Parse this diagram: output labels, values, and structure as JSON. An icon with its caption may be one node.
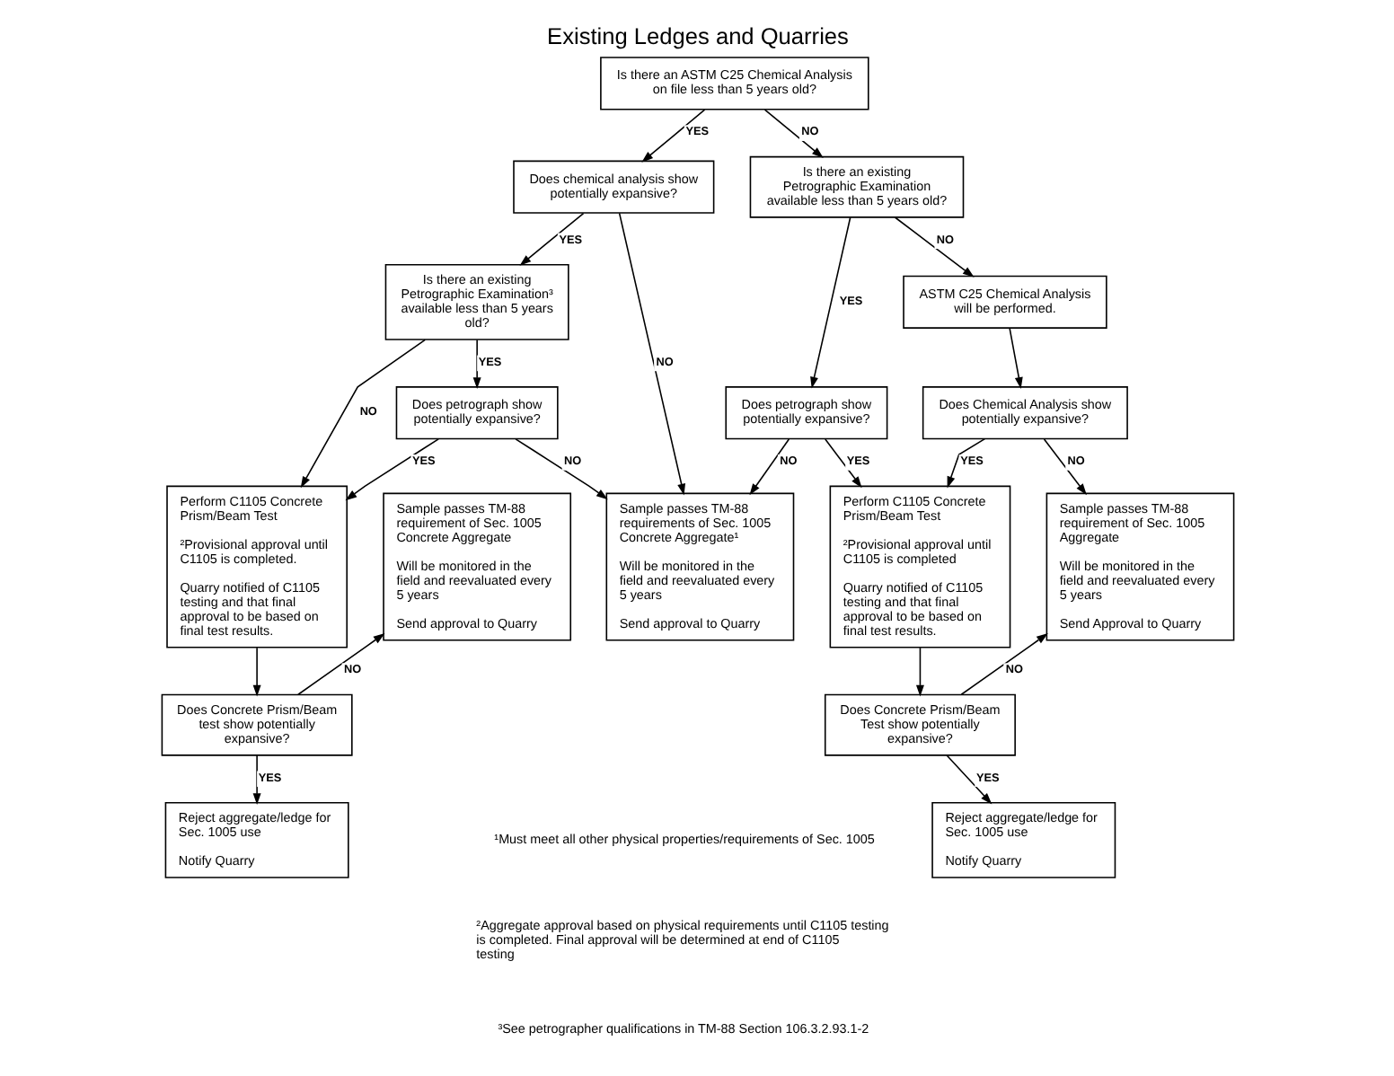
{
  "diagram": {
    "title": "Existing Ledges and Quarries",
    "nodes": [
      {
        "text": [
          "Is there an ASTM C25 Chemical Analysis on file less than 5 years old?"
        ]
      },
      {
        "text": [
          "Does chemical analysis show potentially expansive?"
        ]
      },
      {
        "text": [
          "Is there an existing Petrographic Examination available less than 5 years old?"
        ]
      },
      {
        "text": [
          "Is there an existing Petrographic Examination³ available less than 5 years old?"
        ]
      },
      {
        "text": [
          "Sample passes TM-88 requirements of Sec. 1005 Concrete Aggregate¹",
          "Will be monitored in the field and reevaluated every 5 years",
          "Send approval to Quarry"
        ]
      },
      {
        "text": [
          "Does petrograph show potentially expansive?"
        ]
      },
      {
        "text": [
          "ASTM C25 Chemical Analysis will be performed."
        ]
      },
      {
        "text": [
          "Does petrograph show potentially expansive?"
        ]
      },
      {
        "text": [
          "Perform C1105 Concrete Prism/Beam Test",
          "²Provisional approval until C1105 is completed.",
          "Quarry notified of C1105 testing and that final approval to be based on final test results."
        ]
      },
      {
        "text": [
          "Does Chemical Analysis show potentially expansive?"
        ]
      },
      {
        "text": [
          "Sample passes TM-88 requirement of Sec. 1005 Concrete Aggregate",
          "Will be monitored in the field and reevaluated every 5 years",
          "Send approval to Quarry"
        ]
      },
      {
        "text": [
          "Perform C1105 Concrete Prism/Beam Test",
          "²Provisional approval until C1105 is completed",
          "Quarry notified of C1105 testing and that final approval to be based on final test results."
        ]
      },
      {
        "text": [
          "Sample passes TM-88 requirement of Sec. 1005 Aggregate",
          "Will be monitored in the field and reevaluated every 5 years",
          "Send Approval to Quarry"
        ]
      },
      {
        "text": [
          "Does Concrete Prism/Beam test show potentially expansive?"
        ]
      },
      {
        "text": [
          "Reject aggregate/ledge for Sec. 1005 use",
          "Notify Quarry"
        ]
      },
      {
        "text": [
          "Reject aggregate/ledge for Sec. 1005 use",
          "Notify Quarry"
        ]
      },
      {
        "text": [
          "Does Concrete Prism/Beam Test show potentially expansive?"
        ]
      }
    ],
    "edges": [
      {
        "from": 0,
        "to": 1,
        "arrow": "to",
        "label": "YES"
      },
      {
        "from": 0,
        "to": 2,
        "arrow": "to",
        "label": "NO"
      },
      {
        "from": 1,
        "to": 3,
        "arrow": "to",
        "label": "YES"
      },
      {
        "from": 1,
        "to": 4,
        "arrow": "to",
        "label": "NO"
      },
      {
        "from": 3,
        "to": 7,
        "arrow": "to",
        "label": "YES"
      },
      {
        "from": 3,
        "to": 8,
        "arrow": "to",
        "label": "NO"
      },
      {
        "from": 7,
        "to": 4,
        "arrow": "to",
        "label": "NO"
      },
      {
        "from": 7,
        "to": 8,
        "arrow": "to",
        "label": "YES"
      },
      {
        "from": 8,
        "to": 13,
        "arrow": "to"
      },
      {
        "from": 13,
        "to": 10,
        "arrow": "to",
        "label": "NO"
      },
      {
        "from": 13,
        "to": 14,
        "arrow": "to",
        "label": "YES"
      },
      {
        "from": 2,
        "to": 5,
        "arrow": "to",
        "label": "YES"
      },
      {
        "from": 2,
        "to": 6,
        "arrow": "to",
        "label": "NO"
      },
      {
        "from": 5,
        "to": 4,
        "arrow": "to",
        "label": "NO"
      },
      {
        "from": 5,
        "to": 11,
        "arrow": "to",
        "label": "YES"
      },
      {
        "from": 6,
        "to": 9,
        "arrow": "to"
      },
      {
        "from": 9,
        "to": 11,
        "arrow": "to",
        "label": "YES"
      },
      {
        "from": 9,
        "to": 12,
        "arrow": "to",
        "label": "NO"
      },
      {
        "from": 11,
        "to": 16,
        "arrow": "to"
      },
      {
        "from": 16,
        "to": 15,
        "arrow": "to",
        "label": "YES"
      },
      {
        "from": 16,
        "to": 12,
        "arrow": "to",
        "label": "NO"
      }
    ],
    "labels": [
      "¹Must meet all other physical properties/requirements of Sec. 1005",
      "²Aggregate approval based on physical requirements until C1105 testing is completed. Final approval will be determined at end of C1105 testing",
      "³See petrographer qualifications in TM-88 Section 106.3.2.93.1-2"
    ]
  }
}
